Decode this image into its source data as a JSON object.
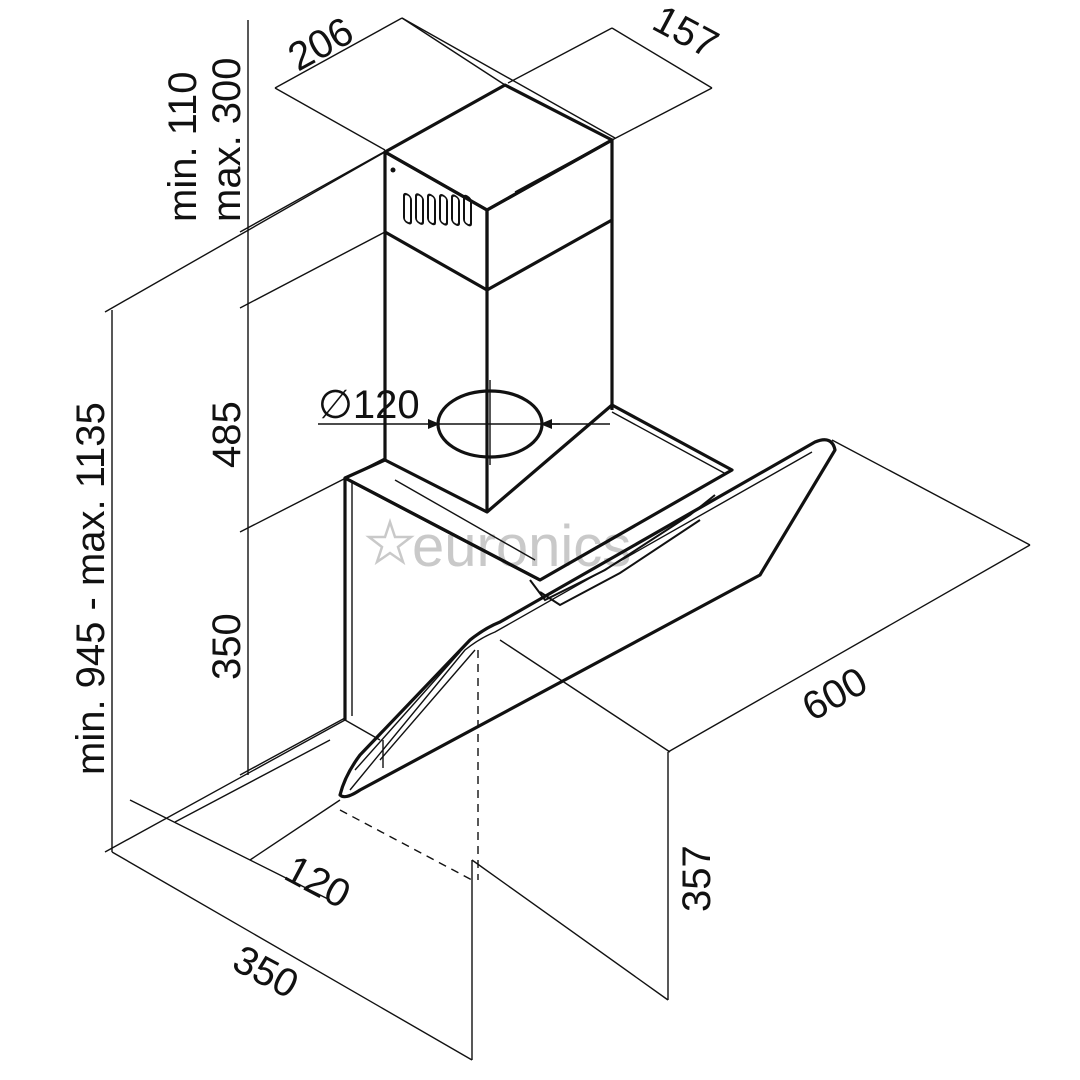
{
  "watermark": {
    "text": "euronics",
    "star_icon": "star-icon"
  },
  "dimensions": {
    "chimney_width": "206",
    "chimney_depth": "157",
    "chimney_min": "min. 110",
    "chimney_max": "max. 300",
    "upper_chimney_height": "485",
    "lower_body_height": "350",
    "total_height": "min. 945 - max. 1135",
    "duct_diameter": "∅120",
    "hood_width": "600",
    "hood_height": "357",
    "canopy_offset": "120",
    "hood_depth": "350"
  },
  "colors": {
    "line": "#111111",
    "watermark": "#c9c9c9",
    "background": "#ffffff"
  }
}
